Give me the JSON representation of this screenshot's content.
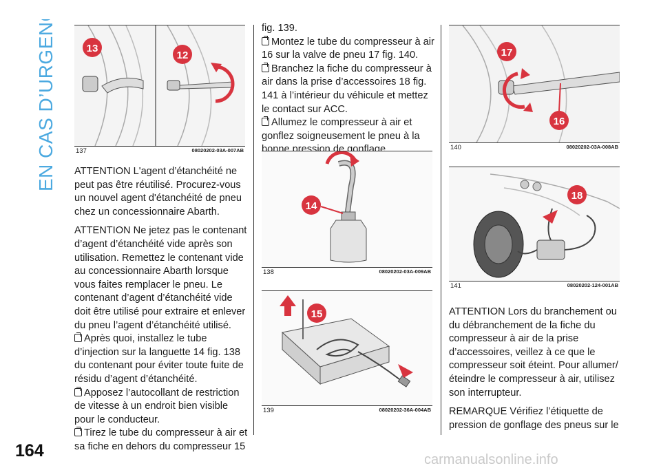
{
  "section_title": "EN CAS D’URGENCE",
  "page_number": "164",
  "watermark": "carmanualsonline.info",
  "figures": {
    "f137": {
      "number": "137",
      "code": "08020202-03A-007AB",
      "labels": [
        "13",
        "12"
      ]
    },
    "f138": {
      "number": "138",
      "code": "08020202-03A-009AB",
      "labels": [
        "14"
      ]
    },
    "f139": {
      "number": "139",
      "code": "08020202-36A-004AB",
      "labels": [
        "15"
      ]
    },
    "f140": {
      "number": "140",
      "code": "08020202-03A-008AB",
      "labels": [
        "17",
        "16"
      ]
    },
    "f141": {
      "number": "141",
      "code": "08020202-124-001AB",
      "labels": [
        "18"
      ]
    }
  },
  "col1": {
    "p1": "ATTENTION L'agent d’étanchéité ne peut pas être réutilisé. Procurez-vous un nouvel agent d'étanchéité de pneu chez un concessionnaire Abarth.",
    "p2": "ATTENTION Ne jetez pas le contenant d’agent d’étanchéité vide après son utilisation. Remettez le contenant vide au concessionnaire Abarth lorsque vous faites remplacer le pneu. Le contenant d’agent d’étanchéité vide doit être utilisé pour extraire et enlever du pneu l’agent d’étanchéité utilisé.",
    "s1": "Après quoi, installez le tube d’injection sur la languette 14 fig. 138 du contenant pour éviter toute fuite de résidu d’agent d’étanchéité.",
    "s2": "Apposez l’autocollant de restriction de vitesse à un endroit bien visible pour le conducteur.",
    "s3": "Tirez le tube du compresseur à air et sa fiche en dehors du compresseur 15"
  },
  "col2": {
    "cont": "fig. 139.",
    "s1": "Montez le tube du compresseur à air 16 sur la valve de pneu 17 fig. 140.",
    "s2": "Branchez la fiche du compresseur à air dans la prise d’accessoires 18 fig. 141 à l’intérieur du véhicule et mettez le contact sur ACC.",
    "s3": "Allumez le compresseur à air et gonflez soigneusement le pneu à la bonne pression de gonflage."
  },
  "col3": {
    "p1": "ATTENTION Lors du branchement ou du débranchement de la fiche du compresseur à air de la prise d’accessoires, veillez à ce que le compresseur soit éteint. Pour allumer/éteindre le compresseur à air, utilisez son interrupteur.",
    "p2": "REMARQUE Vérifiez l’étiquette de pression de gonflage des pneus sur le"
  },
  "colors": {
    "accent": "#4ba9e0",
    "callout": "#d8343f"
  }
}
